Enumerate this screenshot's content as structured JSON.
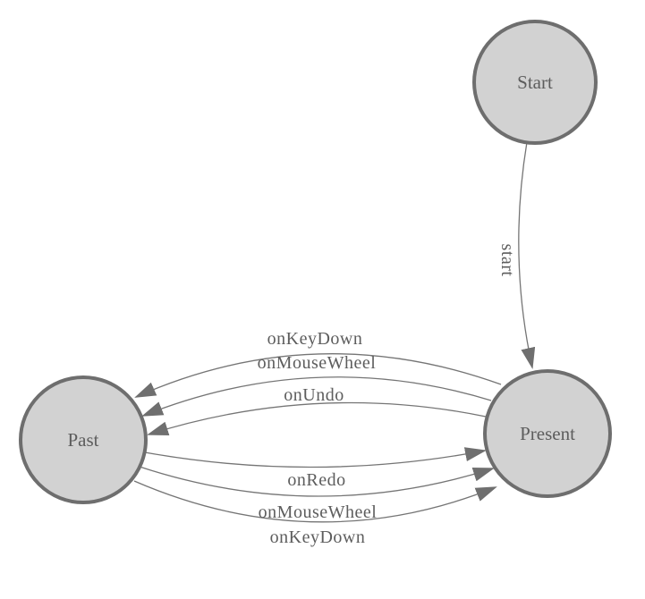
{
  "diagram": {
    "type": "state-machine",
    "colors": {
      "node_fill": "#d2d2d2",
      "node_stroke": "#6e6e6e",
      "edge_line": "#757575",
      "arrow_fill": "#6f6f6f",
      "label_color": "#5d5d5d"
    },
    "nodes": [
      {
        "id": "start",
        "label": "Start"
      },
      {
        "id": "past",
        "label": "Past"
      },
      {
        "id": "present",
        "label": "Present"
      }
    ],
    "edges": [
      {
        "from": "start",
        "to": "present",
        "label": "start"
      },
      {
        "from": "present",
        "to": "past",
        "label": "onKeyDown"
      },
      {
        "from": "present",
        "to": "past",
        "label": "onMouseWheel"
      },
      {
        "from": "present",
        "to": "past",
        "label": "onUndo"
      },
      {
        "from": "past",
        "to": "present",
        "label": "onRedo"
      },
      {
        "from": "past",
        "to": "present",
        "label": "onMouseWheel"
      },
      {
        "from": "past",
        "to": "present",
        "label": "onKeyDown"
      }
    ]
  }
}
